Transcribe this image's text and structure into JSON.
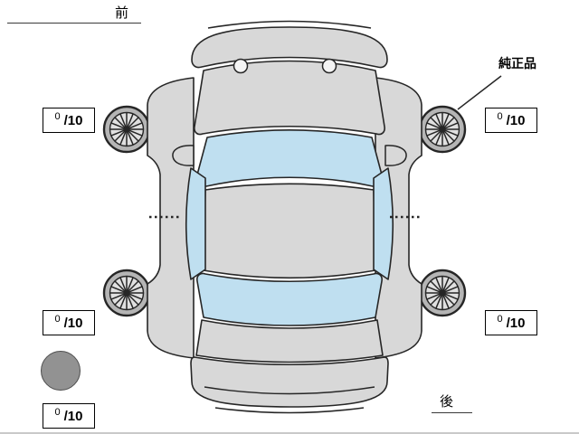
{
  "labels": {
    "front": "前",
    "rear": "後",
    "genuine_part": "純正品"
  },
  "tread": {
    "front_left": {
      "value": "0",
      "max": "/10"
    },
    "front_right": {
      "value": "0",
      "max": "/10"
    },
    "rear_left": {
      "value": "0",
      "max": "/10"
    },
    "rear_right": {
      "value": "0",
      "max": "/10"
    },
    "spare": {
      "value": "0",
      "max": "/10"
    }
  },
  "colors": {
    "body": "#d8d8d8",
    "glass": "#bfdff0",
    "outline": "#262626",
    "tire": "#b5b5b5",
    "rim": "#e0e0e0",
    "spare": "#929292"
  }
}
